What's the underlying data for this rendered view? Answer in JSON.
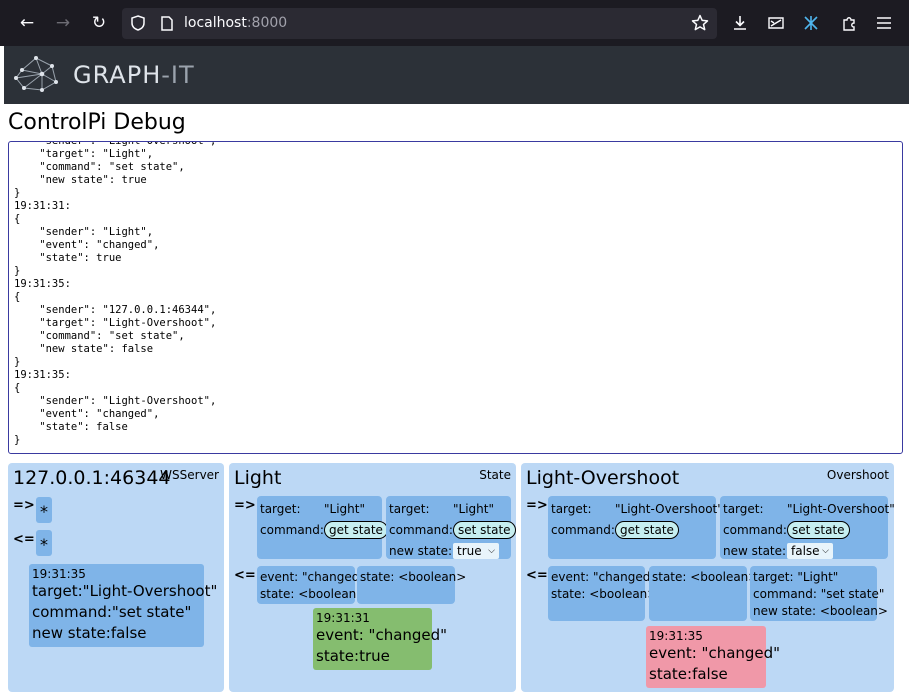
{
  "browser": {
    "url_host": "localhost",
    "url_port": ":8000",
    "icons": [
      "back-icon",
      "forward-icon",
      "reload-icon",
      "shield-icon",
      "page-icon",
      "star-icon",
      "download-icon",
      "devtools-icon",
      "extension-icon",
      "puzzle-icon",
      "menu-icon"
    ]
  },
  "header": {
    "brand_main": "GRAPH",
    "brand_dash": "-IT"
  },
  "page": {
    "title": "ControlPi Debug",
    "log": "    \"sender\": \"Light-Overshoot\",\n    \"target\": \"Light\",\n    \"command\": \"set state\",\n    \"new state\": true\n}\n19:31:31:\n{\n    \"sender\": \"Light\",\n    \"event\": \"changed\",\n    \"state\": true\n}\n19:31:35:\n{\n    \"sender\": \"127.0.0.1:46344\",\n    \"target\": \"Light-Overshoot\",\n    \"command\": \"set state\",\n    \"new state\": false\n}\n19:31:35:\n{\n    \"sender\": \"Light-Overshoot\",\n    \"event\": \"changed\",\n    \"state\": false\n}"
  },
  "cards": {
    "ws": {
      "title": "127.0.0.1:46344",
      "type": "WSServer",
      "send_arrow": "=>",
      "recv_arrow": "<=",
      "star": "*",
      "msg": {
        "time": "19:31:35",
        "target_label": "target:",
        "target_value": "\"Light-Overshoot\"",
        "command_label": "command:",
        "command_value": "\"set state\"",
        "newstate_label": "new state:",
        "newstate_value": "false"
      }
    },
    "light": {
      "title": "Light",
      "type": "State",
      "send_arrow": "=>",
      "recv_arrow": "<=",
      "cmd1": {
        "target_label": "target:",
        "target_value": "\"Light\"",
        "command_label": "command:",
        "command_button": "get state"
      },
      "cmd2": {
        "target_label": "target:",
        "target_value": "\"Light\"",
        "command_label": "command:",
        "command_button": "set state",
        "newstate_label": "new state:",
        "newstate_value": "true"
      },
      "recv1": {
        "event": "event: \"changed\"",
        "state": "state: <boolean>"
      },
      "recv2": {
        "state": "state: <boolean>"
      },
      "msg": {
        "time": "19:31:31",
        "event": "event: \"changed\"",
        "state_label": "state:",
        "state_value": "true"
      }
    },
    "overshoot": {
      "title": "Light-Overshoot",
      "type": "Overshoot",
      "send_arrow": "=>",
      "recv_arrow": "<=",
      "cmd1": {
        "target_label": "target:",
        "target_value": "\"Light-Overshoot\"",
        "command_label": "command:",
        "command_button": "get state"
      },
      "cmd2": {
        "target_label": "target:",
        "target_value": "\"Light-Overshoot\"",
        "command_label": "command:",
        "command_button": "set state",
        "newstate_label": "new state:",
        "newstate_value": "false"
      },
      "recv1": {
        "event": "event: \"changed\"",
        "state": "state: <boolean>"
      },
      "recv2": {
        "state": "state: <boolean>"
      },
      "recv3": {
        "target": "target: \"Light\"",
        "command": "command: \"set state\"",
        "newstate": "new state: <boolean>"
      },
      "msg": {
        "time": "19:31:35",
        "event": "event: \"changed\"",
        "state_label": "state:",
        "state_value": "false"
      }
    }
  },
  "colors": {
    "card_bg": "#bcd8f5",
    "box": "#7fb4e8",
    "changed_true": "#85bd6f",
    "changed_false": "#f098a8",
    "header": "#2c3138"
  }
}
